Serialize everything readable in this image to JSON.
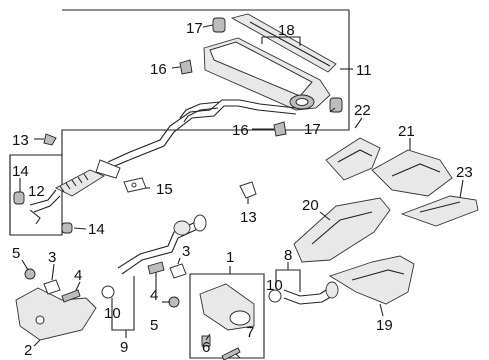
{
  "diagram": {
    "callouts": {
      "n1": "1",
      "n2": "2",
      "n3a": "3",
      "n3b": "3",
      "n4a": "4",
      "n4b": "4",
      "n5a": "5",
      "n5b": "5",
      "n6": "6",
      "n7": "7",
      "n8": "8",
      "n9": "9",
      "n10a": "10",
      "n10b": "10",
      "n11": "11",
      "n12": "12",
      "n13a": "13",
      "n13b": "13",
      "n14a": "14",
      "n14b": "14",
      "n15": "15",
      "n16a": "16",
      "n16b": "16",
      "n17a": "17",
      "n17b": "17",
      "n18": "18",
      "n19": "19",
      "n20": "20",
      "n21": "21",
      "n22": "22",
      "n23": "23"
    }
  }
}
